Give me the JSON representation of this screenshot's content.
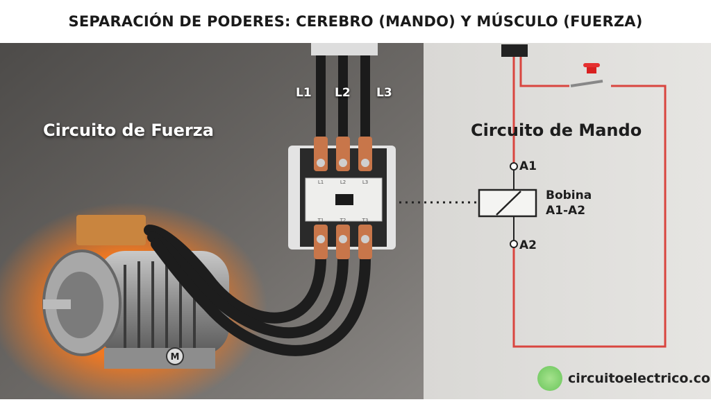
{
  "title": "SEPARACIÓN DE PODERES: CEREBRO (MANDO) Y MÚSCULO (FUERZA)",
  "power_circuit": {
    "label": "Circuito de Fuerza",
    "lines": [
      "L1",
      "L2",
      "L3"
    ],
    "motor_badge": "M"
  },
  "contactor": {
    "top_terminals": [
      "L1",
      "L2",
      "L3"
    ],
    "bottom_terminals": [
      "T1",
      "T2",
      "T3"
    ]
  },
  "control_circuit": {
    "label": "Circuito de Mando",
    "terminal_a1": "A1",
    "terminal_a2": "A2",
    "coil_label_line1": "Bobina",
    "coil_label_line2": "A1-A2"
  },
  "brand": {
    "text": "circuitoelectrico.com"
  },
  "colors": {
    "wire_red": "#d9453f",
    "copper": "#c8764a",
    "glow": "#ff7a1a",
    "logo_green": "#5cc64a"
  }
}
